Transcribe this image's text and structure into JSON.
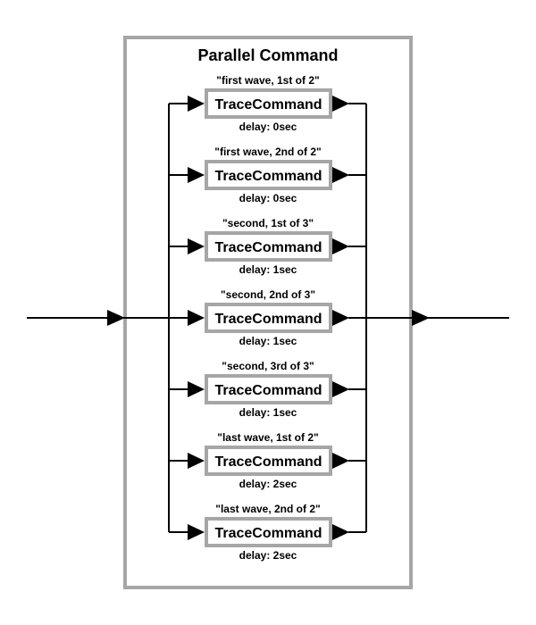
{
  "diagram": {
    "title": "Parallel Command",
    "commands": [
      {
        "caption": "\"first wave, 1st of 2\"",
        "label": "TraceCommand",
        "delay": "delay: 0sec"
      },
      {
        "caption": "\"first wave, 2nd of 2\"",
        "label": "TraceCommand",
        "delay": "delay: 0sec"
      },
      {
        "caption": "\"second, 1st of 3\"",
        "label": "TraceCommand",
        "delay": "delay: 1sec"
      },
      {
        "caption": "\"second, 2nd of 3\"",
        "label": "TraceCommand",
        "delay": "delay: 1sec"
      },
      {
        "caption": "\"second, 3rd of 3\"",
        "label": "TraceCommand",
        "delay": "delay: 1sec"
      },
      {
        "caption": "\"last wave, 1st of 2\"",
        "label": "TraceCommand",
        "delay": "delay: 2sec"
      },
      {
        "caption": "\"last wave, 2nd of 2\"",
        "label": "TraceCommand",
        "delay": "delay: 2sec"
      }
    ]
  }
}
